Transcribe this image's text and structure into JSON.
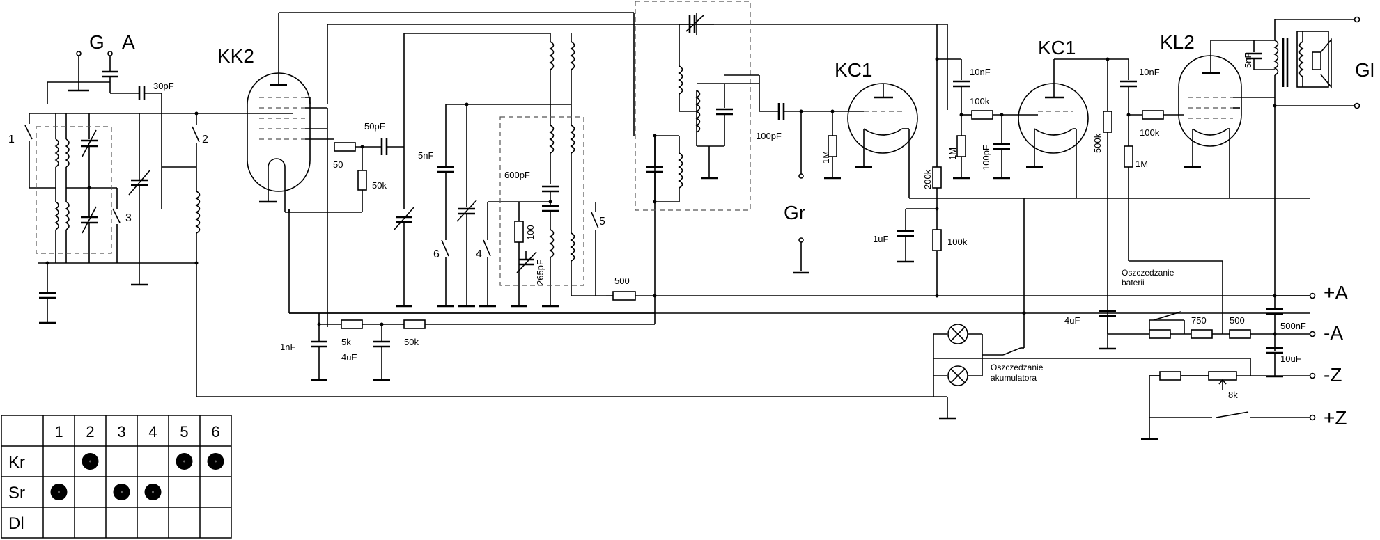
{
  "labels": {
    "g": "G",
    "a": "A",
    "kk2": "KK2",
    "kc1_a": "KC1",
    "kc1_b": "KC1",
    "kl2": "KL2",
    "gl": "Gl",
    "gr": "Gr",
    "plus_a": "+A",
    "minus_a": "-A",
    "minus_z": "-Z",
    "plus_z": "+Z",
    "sw1": "1",
    "sw2": "2",
    "sw3": "3",
    "sw4": "4",
    "sw5": "5",
    "sw6": "6",
    "c30pf": "30pF",
    "c50pf": "50pF",
    "c5nf_a": "5nF",
    "c600pf": "600pF",
    "c265pf": "265pF",
    "r100": "100",
    "c100pf_a": "100pF",
    "c10nf_a": "10nF",
    "c10nf_b": "10nF",
    "r100k_a": "100k",
    "r100k_b": "100k",
    "r100k_c": "100k",
    "c100pf_b": "100pF",
    "r1m_a": "1M",
    "r1m_b": "1M",
    "r1m_c": "1M",
    "r200k": "200k",
    "r500k": "500k",
    "c1uf": "1uF",
    "c5nf_b": "5nF",
    "r50": "50",
    "r50k_a": "50k",
    "r50k_b": "50k",
    "c1nf": "1nF",
    "r5k": "5k",
    "c4uf_a": "4uF",
    "r500_a": "500",
    "c4uf_b": "4uF",
    "r750": "750",
    "r500_b": "500",
    "c500nf": "500nF",
    "c10uf": "10uF",
    "r8k": "8k",
    "note_battery_1": "Oszczedzanie",
    "note_battery_2": "baterii",
    "note_accu_1": "Oszczedzanie",
    "note_accu_2": "akumulatora"
  },
  "switch_table": {
    "columns": [
      "1",
      "2",
      "3",
      "4",
      "5",
      "6"
    ],
    "rows": [
      {
        "label": "Kr",
        "marks": [
          false,
          true,
          false,
          false,
          true,
          true
        ]
      },
      {
        "label": "Sr",
        "marks": [
          true,
          false,
          true,
          true,
          false,
          false
        ]
      },
      {
        "label": "Dl",
        "marks": [
          false,
          false,
          false,
          false,
          false,
          false
        ]
      }
    ]
  }
}
